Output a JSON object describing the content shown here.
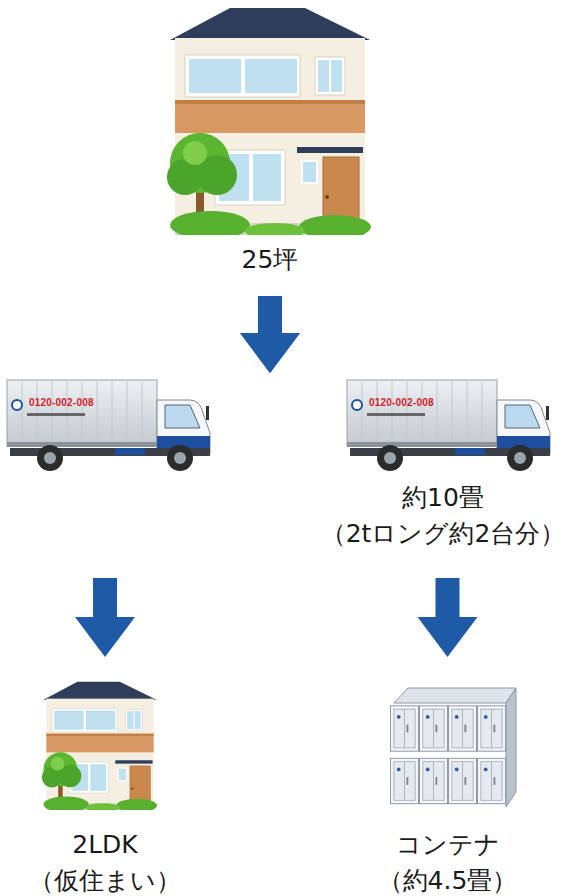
{
  "diagram": {
    "nodes": [
      {
        "text": [
          "25坪"
        ]
      },
      {
        "text": [
          "0120-002-008"
        ]
      },
      {
        "text": [
          "0120-002-008",
          "約10畳 （2tロング約2台分）"
        ]
      },
      {
        "text": [
          "2LDK （仮住まい）"
        ]
      },
      {
        "text": [
          "コンテナ （約4.5畳）"
        ]
      }
    ],
    "edges": [
      {
        "from": 0,
        "to": 1,
        "arrow": "to"
      },
      {
        "from": 0,
        "to": 2,
        "arrow": "to"
      },
      {
        "from": 1,
        "to": 3,
        "arrow": "to"
      },
      {
        "from": 2,
        "to": 4,
        "arrow": "to"
      }
    ]
  }
}
